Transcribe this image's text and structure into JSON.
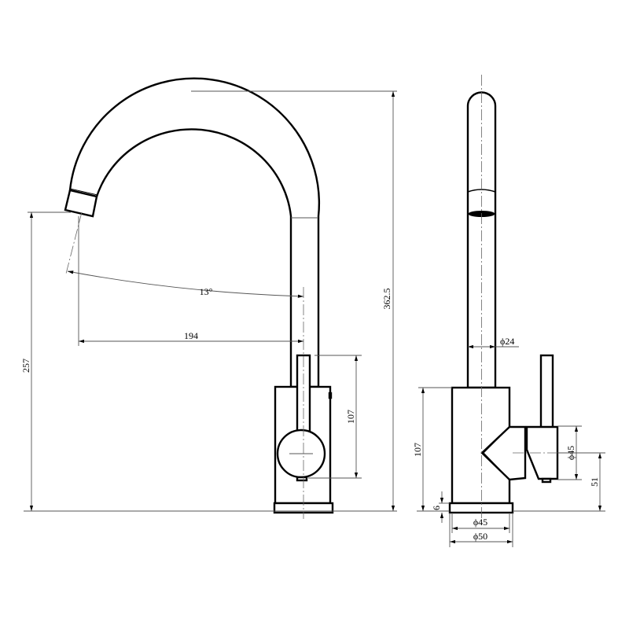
{
  "drawing": {
    "front_view": {
      "spout_angle": "13°",
      "spout_reach": "194",
      "spout_outlet_height": "257",
      "total_height": "362.5",
      "lever_height": "107"
    },
    "side_view": {
      "spout_diameter": "ϕ24",
      "body_height": "107",
      "handle_diameter": "ϕ45",
      "handle_axis_height": "51",
      "base_thickness": "6",
      "body_diameter": "ϕ45",
      "base_diameter": "ϕ50"
    }
  }
}
